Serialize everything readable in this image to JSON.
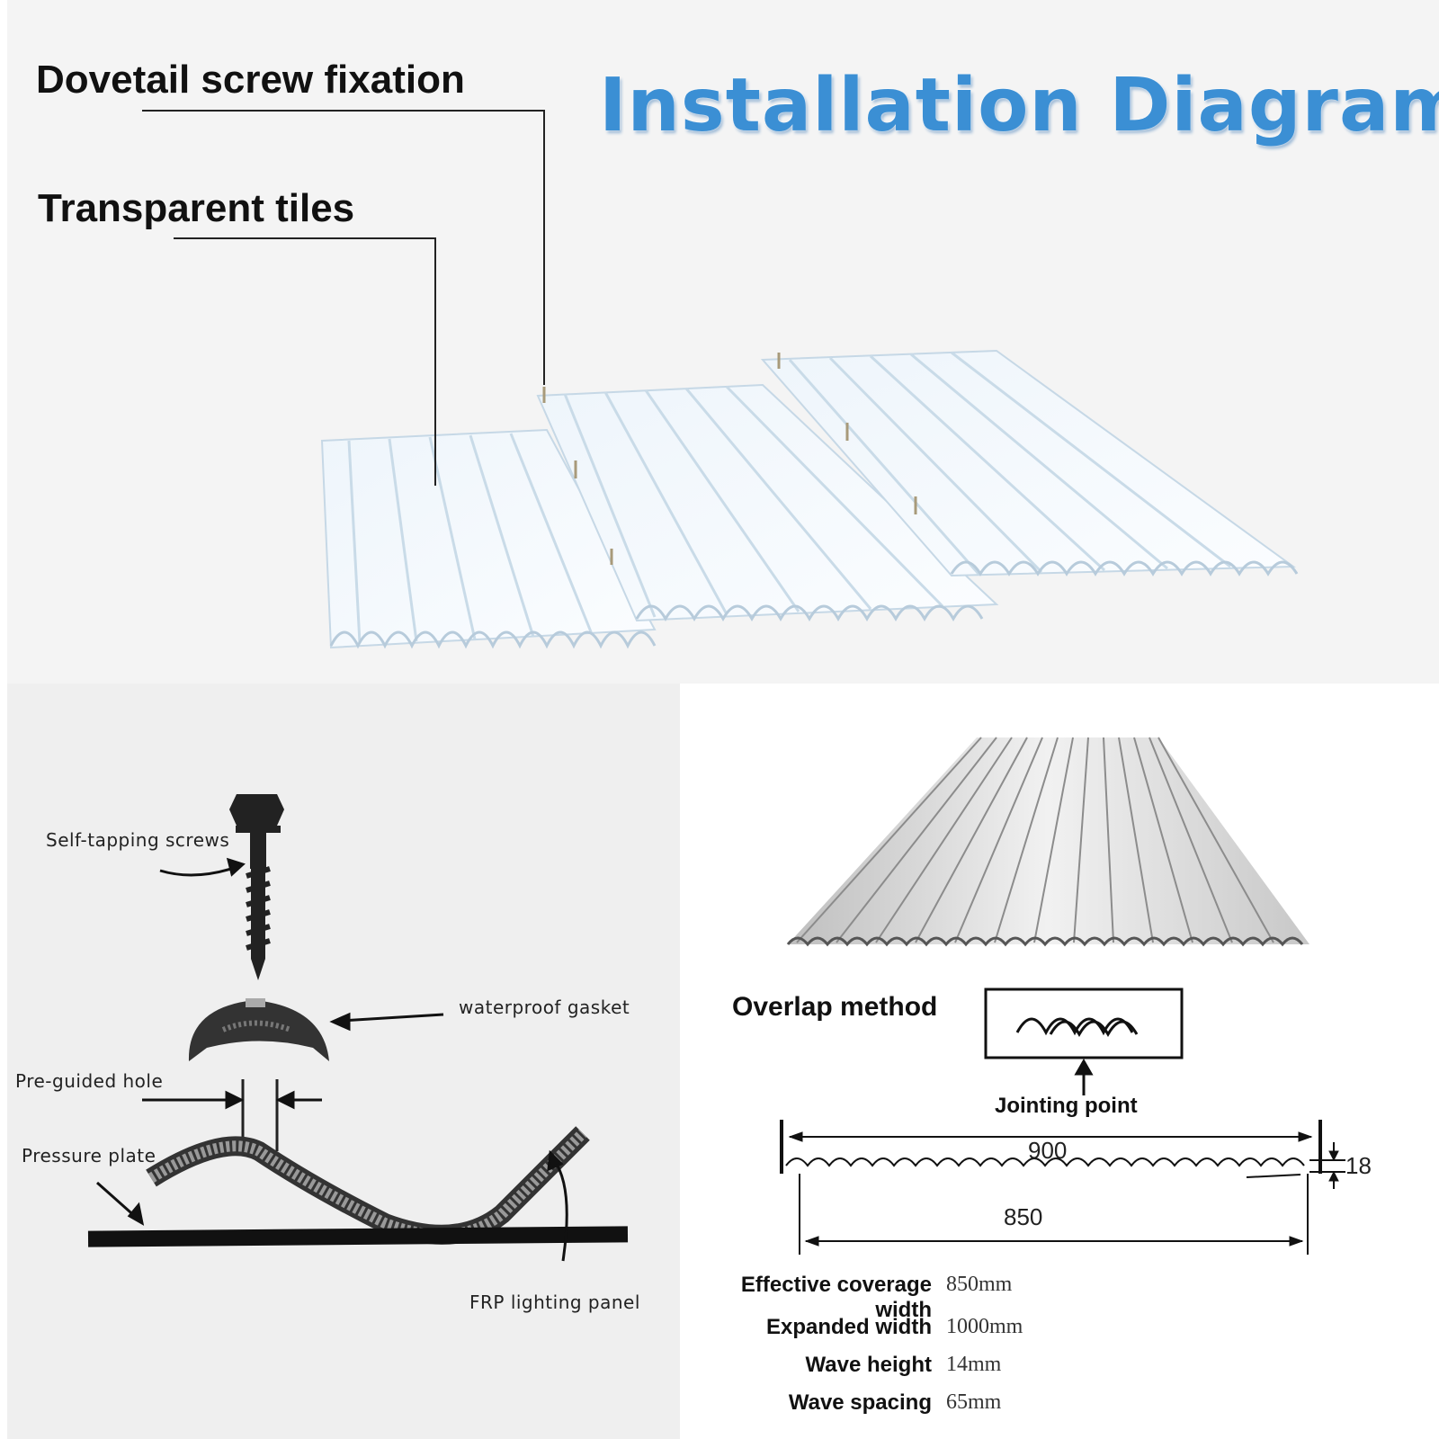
{
  "title": "Installation Diagram",
  "top_labels": {
    "dovetail": "Dovetail screw fixation",
    "tiles": "Transparent tiles"
  },
  "fixing_detail": {
    "screws": "Self-tapping screws",
    "gasket": "waterproof gasket",
    "hole": "Pre-guided hole",
    "plate": "Pressure plate",
    "panel": "FRP lighting panel"
  },
  "profile": {
    "overlap": "Overlap method",
    "joint": "Jointing point",
    "dim_900": "900",
    "dim_850": "850",
    "dim_18": "18"
  },
  "specs": [
    {
      "name": "Effective coverage width",
      "value": "850mm"
    },
    {
      "name": "Expanded width",
      "value": "1000mm"
    },
    {
      "name": "Wave height",
      "value": "14mm"
    },
    {
      "name": "Wave spacing",
      "value": "65mm"
    }
  ],
  "colors": {
    "title_blue": "#3b8fd4",
    "tile_edge": "#b9cfe0",
    "ink": "#111111"
  }
}
